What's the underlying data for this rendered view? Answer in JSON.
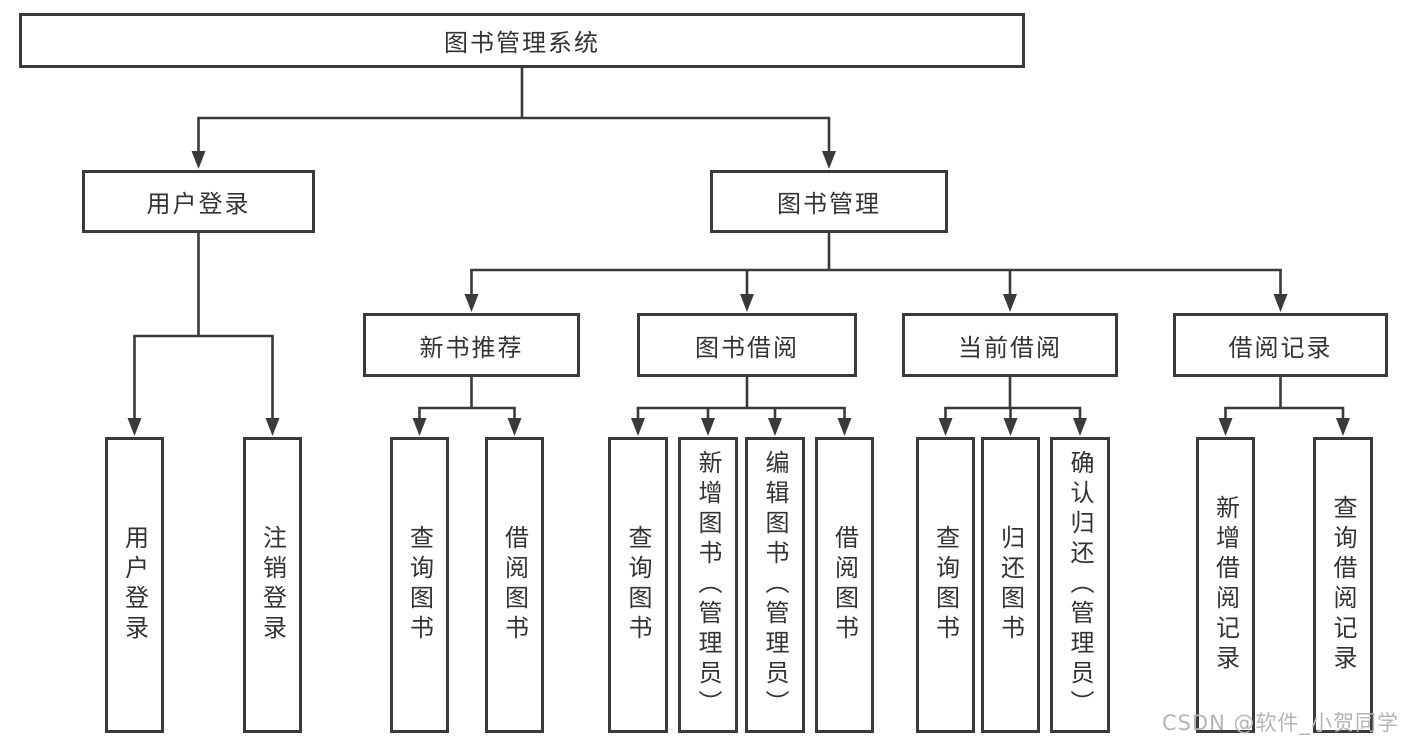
{
  "colors": {
    "line": "#3a3a3a",
    "text": "#333333",
    "background": "#ffffff",
    "watermark": "#b5b5b5"
  },
  "watermark": "CSDN @软件_小贺同学",
  "tree": {
    "id": "root",
    "label": "图书管理系统",
    "children": [
      {
        "id": "user-login",
        "label": "用户登录",
        "children": [
          {
            "id": "login",
            "label": "用户登录"
          },
          {
            "id": "logout",
            "label": "注销登录"
          }
        ]
      },
      {
        "id": "book-mgmt",
        "label": "图书管理",
        "children": [
          {
            "id": "new-book-rec",
            "label": "新书推荐",
            "children": [
              {
                "id": "nbr-query",
                "label": "查询图书"
              },
              {
                "id": "nbr-borrow",
                "label": "借阅图书"
              }
            ]
          },
          {
            "id": "book-borrow",
            "label": "图书借阅",
            "children": [
              {
                "id": "bb-query",
                "label": "查询图书"
              },
              {
                "id": "bb-add",
                "label": "新增图书（管理员）"
              },
              {
                "id": "bb-edit",
                "label": "编辑图书（管理员）"
              },
              {
                "id": "bb-borrow",
                "label": "借阅图书"
              }
            ]
          },
          {
            "id": "current-borrow",
            "label": "当前借阅",
            "children": [
              {
                "id": "cb-query",
                "label": "查询图书"
              },
              {
                "id": "cb-return",
                "label": "归还图书"
              },
              {
                "id": "cb-confirm",
                "label": "确认归还（管理员）"
              }
            ]
          },
          {
            "id": "borrow-records",
            "label": "借阅记录",
            "children": [
              {
                "id": "br-add",
                "label": "新增借阅记录"
              },
              {
                "id": "br-query",
                "label": "查询借阅记录"
              }
            ]
          }
        ]
      }
    ]
  }
}
